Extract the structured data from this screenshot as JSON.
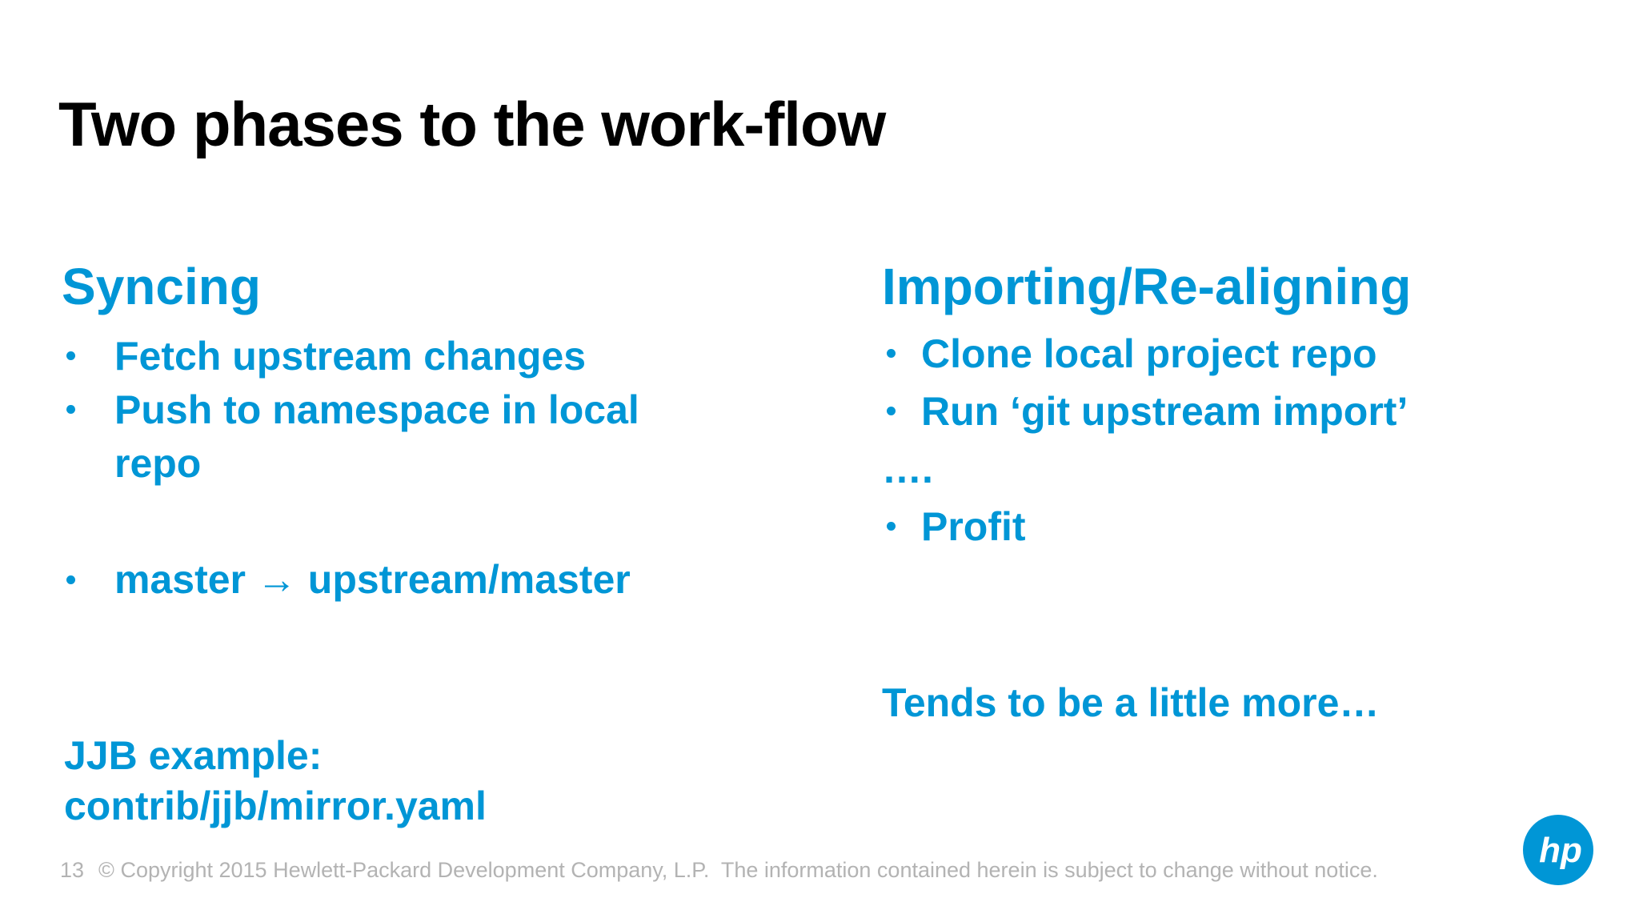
{
  "colors": {
    "accent": "#0096D6",
    "title": "#000000",
    "footer": "#B3B3B3",
    "background": "#FFFFFF"
  },
  "title": "Two phases to the work-flow",
  "left": {
    "heading": "Syncing",
    "bullets": [
      "Fetch upstream changes",
      "Push to namespace in local repo"
    ],
    "master_bullet": "master → upstream/master",
    "example_label": "JJB example:",
    "example_path": "contrib/jjb/mirror.yaml"
  },
  "right": {
    "heading": "Importing/Re-aligning",
    "bullets": [
      "Clone local project repo",
      "Run ‘git upstream import’"
    ],
    "ellipsis_line": "….",
    "profit_bullet": "Profit",
    "note": "Tends to be a little more…"
  },
  "footer": {
    "page_number": "13",
    "copyright": "© Copyright 2015 Hewlett-Packard Development Company, L.P.  The information contained herein is subject to change without notice."
  },
  "logo": {
    "text": "hp"
  }
}
